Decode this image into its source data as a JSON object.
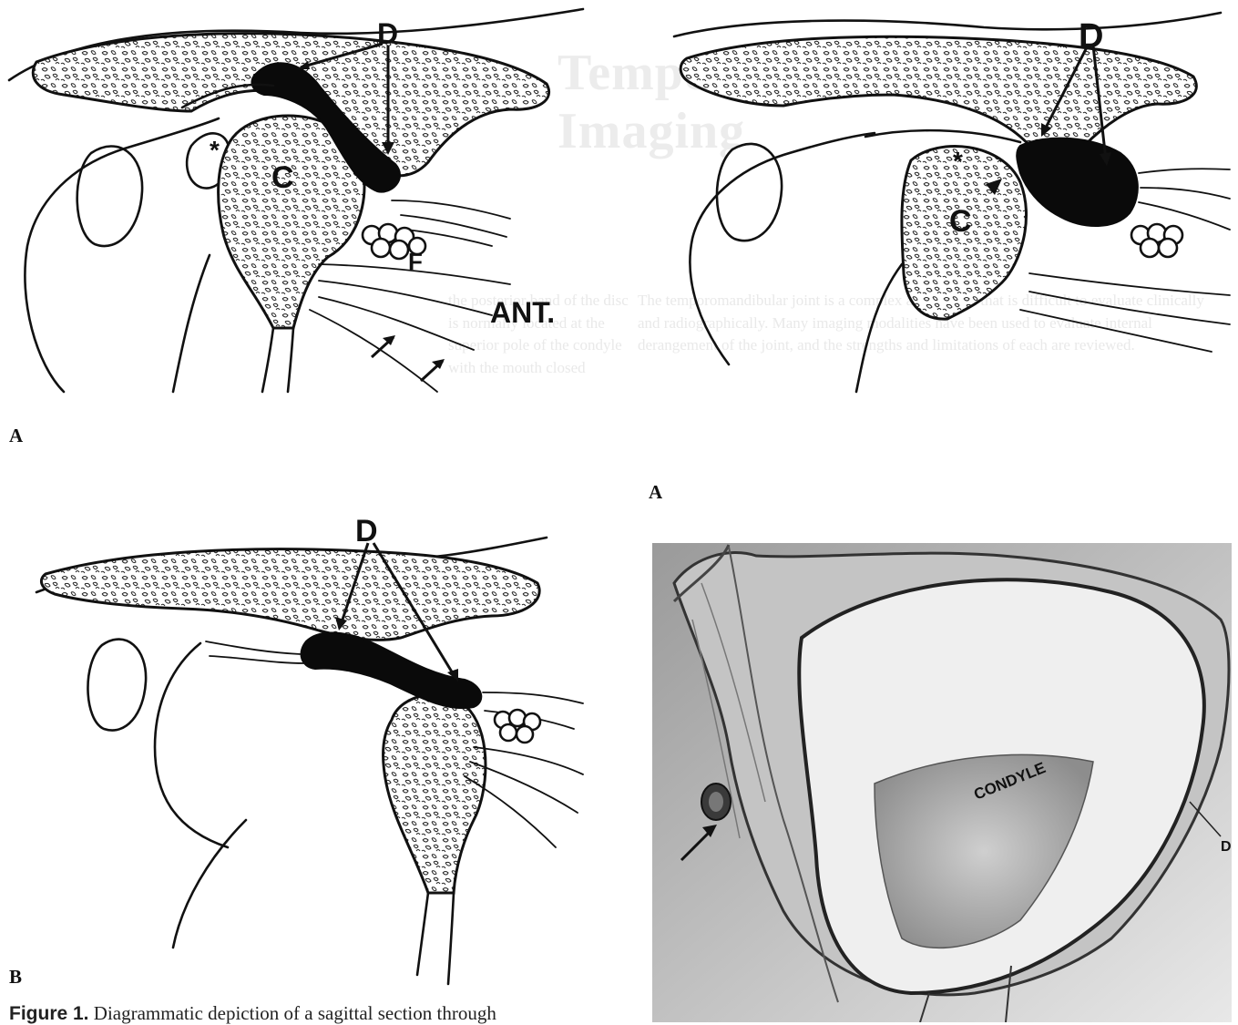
{
  "figure": {
    "panels": [
      {
        "panel_label": "A",
        "labels": {
          "disc": "D",
          "condyle": "C",
          "fossa_tissue": "F",
          "anterior": "ANT.",
          "asterisk": "*"
        }
      },
      {
        "panel_label": "B",
        "labels": {
          "disc": "D"
        }
      },
      {
        "panel_label": "A",
        "labels": {
          "disc": "D",
          "condyle": "C",
          "asterisk": "*"
        }
      }
    ],
    "photo": {
      "labels": {
        "condyle": "CONDYLE",
        "disc": "D"
      }
    },
    "caption": {
      "label": "Figure 1.",
      "text": "Diagrammatic depiction of a sagittal section through"
    }
  },
  "background_text": {
    "title": "Temporomandibular Joint Imaging",
    "column_right": "The temporomandibular joint is a complex articulation that is difficult to evaluate clinically and radiographically. Many imaging modalities have been used to evaluate internal derangement of the joint, and the strengths and limitations of each are reviewed.",
    "column_mid": "the posterior band of the disc is normally located at the superior pole of the condyle with the mouth closed"
  }
}
